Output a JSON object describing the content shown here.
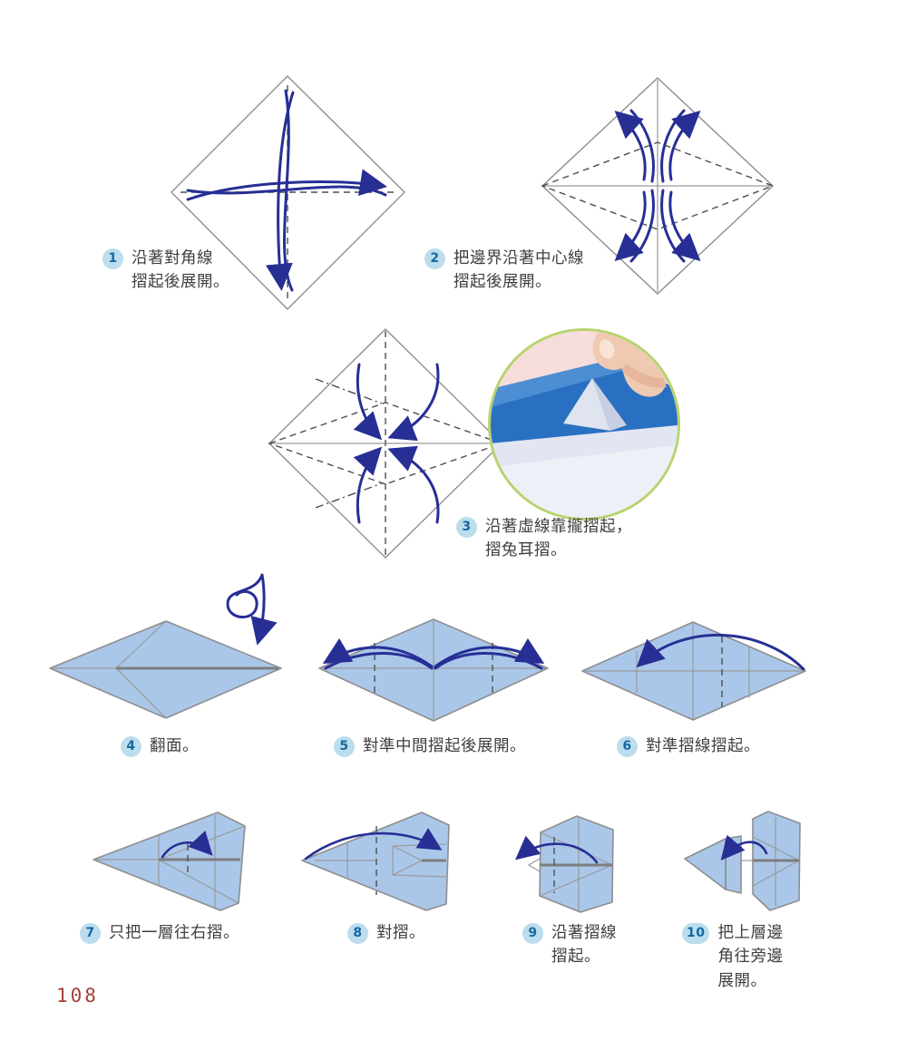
{
  "page": {
    "number": "108"
  },
  "colors": {
    "paper_blue": "#aac7e9",
    "paper_outline": "#8e8e8e",
    "crease_gray": "#9a9a9a",
    "dash_dark": "#4f4f4f",
    "arrow_navy": "#272f95",
    "badge_bg": "#bcdded",
    "badge_text": "#15689f",
    "text": "#3f3f3f",
    "page_number": "#a5403b",
    "photo_border": "#b7d36f",
    "photo_blue": "#2a70c2",
    "photo_blue_light": "#4b8ed3",
    "photo_pink": "#f6dcda",
    "photo_white": "#eef0f7",
    "photo_skin": "#f0c9b2"
  },
  "steps": [
    {
      "num": "1",
      "lines": [
        "沿著對角線",
        "摺起後展開。"
      ]
    },
    {
      "num": "2",
      "lines": [
        "把邊界沿著中心線",
        "摺起後展開。"
      ]
    },
    {
      "num": "3",
      "lines": [
        "沿著虛線靠攏摺起，",
        "摺兔耳摺。"
      ]
    },
    {
      "num": "4",
      "lines": [
        "翻面。"
      ]
    },
    {
      "num": "5",
      "lines": [
        "對準中間摺起後展開。"
      ]
    },
    {
      "num": "6",
      "lines": [
        "對準摺線摺起。"
      ]
    },
    {
      "num": "7",
      "lines": [
        "只把一層往右摺。"
      ]
    },
    {
      "num": "8",
      "lines": [
        "對摺。"
      ]
    },
    {
      "num": "9",
      "lines": [
        "沿著摺線",
        "摺起。"
      ]
    },
    {
      "num": "10",
      "lines": [
        "把上層邊",
        "角往旁邊",
        "展開。"
      ]
    }
  ]
}
